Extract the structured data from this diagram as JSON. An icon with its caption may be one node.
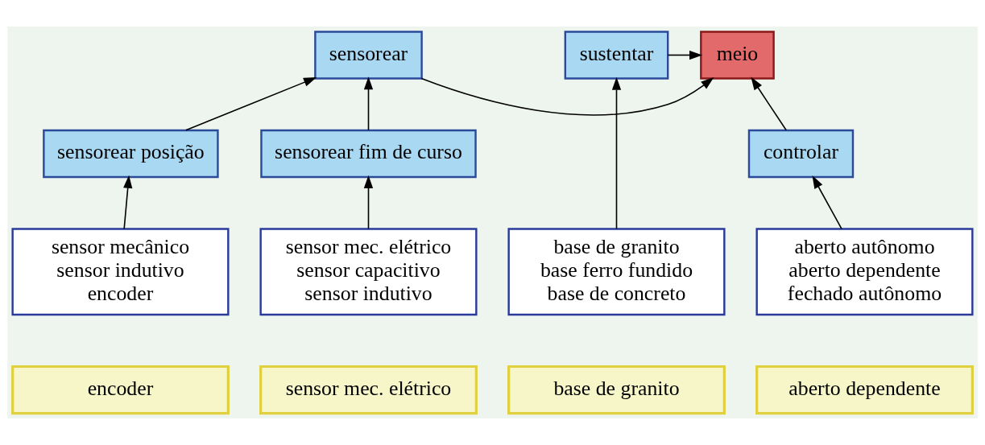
{
  "diagram": {
    "nodes": [
      {
        "text": [
          "sensorear"
        ]
      },
      {
        "text": [
          "meio"
        ]
      },
      {
        "text": [
          "sustentar"
        ]
      },
      {
        "text": [
          "sensorear posição"
        ]
      },
      {
        "text": [
          "sensorear fim de curso"
        ]
      },
      {
        "text": [
          "controlar"
        ]
      },
      {
        "text": [
          "sensor mecânico",
          "sensor indutivo",
          "encoder"
        ]
      },
      {
        "text": [
          "sensor mec. elétrico",
          "sensor capacitivo",
          "sensor indutivo"
        ]
      },
      {
        "text": [
          "aberto autônomo",
          "aberto dependente",
          "fechado autônomo"
        ]
      },
      {
        "text": [
          "base de granito",
          "base ferro fundido",
          "base de concreto"
        ]
      },
      {
        "text": [
          "encoder"
        ]
      },
      {
        "text": [
          "sensor mec. elétrico"
        ]
      },
      {
        "text": [
          "aberto dependente"
        ]
      },
      {
        "text": [
          "base de granito"
        ]
      }
    ],
    "edges": [
      {
        "from": 3,
        "to": 0,
        "arrow": "to"
      },
      {
        "from": 4,
        "to": 0,
        "arrow": "to"
      },
      {
        "from": 0,
        "to": 1,
        "arrow": "to"
      },
      {
        "from": 2,
        "to": 1,
        "arrow": "to"
      },
      {
        "from": 5,
        "to": 1,
        "arrow": "to"
      },
      {
        "from": 6,
        "to": 3,
        "arrow": "to"
      },
      {
        "from": 7,
        "to": 4,
        "arrow": "to"
      },
      {
        "from": 8,
        "to": 5,
        "arrow": "to"
      },
      {
        "from": 9,
        "to": 2,
        "arrow": "to"
      }
    ]
  }
}
